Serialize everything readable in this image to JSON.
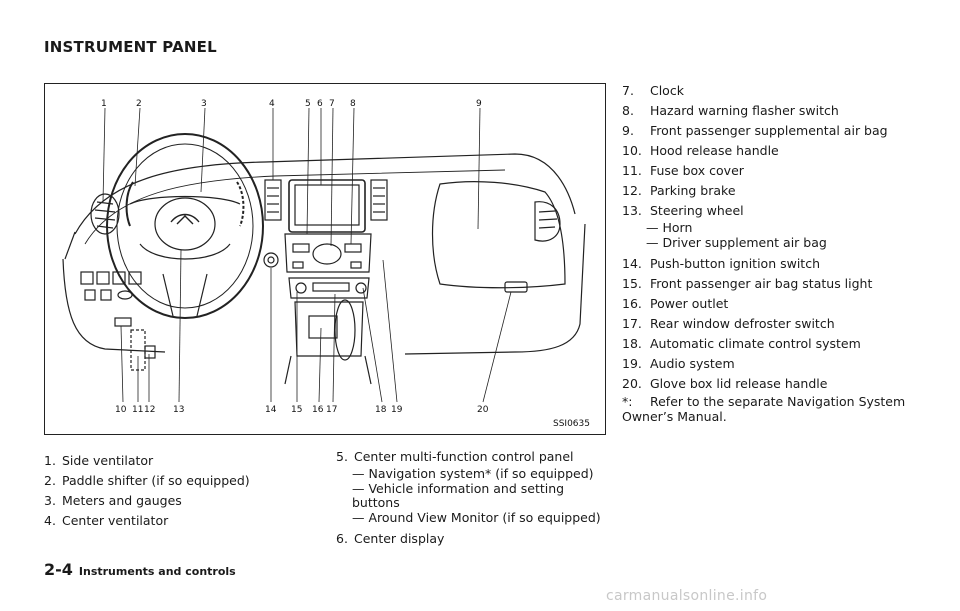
{
  "page_title": "INSTRUMENT PANEL",
  "figure": {
    "code": "SSI0635",
    "callouts_top": [
      "1",
      "2",
      "3",
      "4",
      "5",
      "6",
      "7",
      "8",
      "9"
    ],
    "callouts_bottom": [
      "10",
      "11",
      "12",
      "13",
      "14",
      "15",
      "16",
      "17",
      "18",
      "19",
      "20"
    ]
  },
  "column1": [
    {
      "num": "1.",
      "text": "Side ventilator"
    },
    {
      "num": "2.",
      "text": "Paddle shifter (if so equipped)"
    },
    {
      "num": "3.",
      "text": "Meters and gauges"
    },
    {
      "num": "4.",
      "text": "Center ventilator"
    }
  ],
  "column2": [
    {
      "num": "5.",
      "text": "Center multi-function control panel",
      "subs": [
        "— Navigation system* (if so equipped)",
        "— Vehicle information and setting buttons",
        "— Around View Monitor (if so equipped)"
      ]
    },
    {
      "num": "6.",
      "text": "Center display"
    }
  ],
  "column3": [
    {
      "num": "7.",
      "text": "Clock"
    },
    {
      "num": "8.",
      "text": "Hazard warning flasher switch"
    },
    {
      "num": "9.",
      "text": "Front passenger supplemental air bag"
    },
    {
      "num": "10.",
      "text": "Hood release handle"
    },
    {
      "num": "11.",
      "text": "Fuse box cover"
    },
    {
      "num": "12.",
      "text": "Parking brake"
    },
    {
      "num": "13.",
      "text": "Steering wheel",
      "subs": [
        "— Horn",
        "— Driver supplement air bag"
      ]
    },
    {
      "num": "14.",
      "text": "Push-button ignition switch"
    },
    {
      "num": "15.",
      "text": "Front passenger air bag status light"
    },
    {
      "num": "16.",
      "text": "Power outlet"
    },
    {
      "num": "17.",
      "text": "Rear window defroster switch"
    },
    {
      "num": "18.",
      "text": "Automatic climate control system"
    },
    {
      "num": "19.",
      "text": "Audio system"
    },
    {
      "num": "20.",
      "text": "Glove box lid release handle"
    },
    {
      "num": "*:",
      "text": "Refer to the separate Navigation System Owner’s Manual."
    }
  ],
  "footer": {
    "page_number": "2-4",
    "section": "Instruments and controls"
  },
  "watermark": "carmanualsonline.info"
}
